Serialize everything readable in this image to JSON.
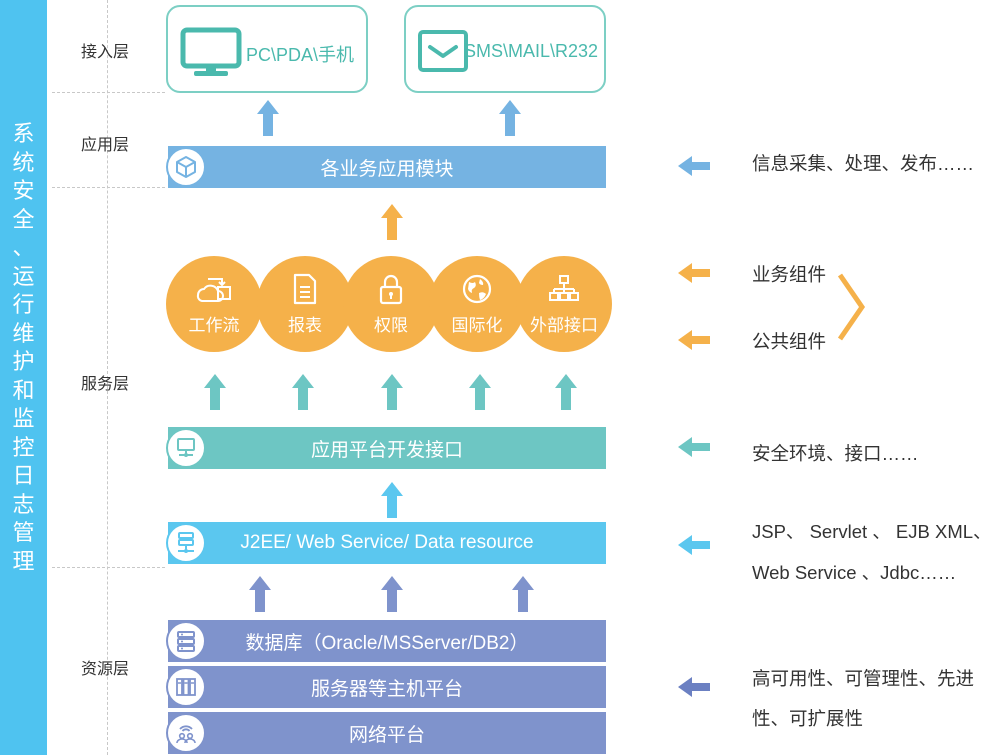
{
  "sidebar": {
    "title_chars": [
      "系",
      "统",
      "安",
      "全",
      "、",
      "运",
      "行",
      "维",
      "护",
      "和",
      "监",
      "控",
      "日",
      "志",
      "管",
      "理"
    ]
  },
  "layers": {
    "access": "接入层",
    "application": "应用层",
    "service": "服务层",
    "resource": "资源层"
  },
  "access": {
    "box1": {
      "label": "PC\\PDA\\手机",
      "icon": "monitor-icon"
    },
    "box2": {
      "label": "SMS\\MAIL\\R232",
      "icon": "mail-icon"
    }
  },
  "bars": {
    "app_modules": {
      "label": "各业务应用模块",
      "icon": "cube-icon"
    },
    "platform_api": {
      "label": "应用平台开发接口",
      "icon": "network-monitor-icon"
    },
    "j2ee": {
      "label": "J2EE/ Web Service/ Data resource",
      "icon": "server-network-icon"
    },
    "database": {
      "label": "数据库（Oracle/MSServer/DB2）",
      "icon": "database-icon"
    },
    "servers": {
      "label": "服务器等主机平台",
      "icon": "server-rack-icon"
    },
    "network": {
      "label": "网络平台",
      "icon": "network-people-icon"
    }
  },
  "services": [
    {
      "label": "工作流",
      "icon": "workflow-icon"
    },
    {
      "label": "报表",
      "icon": "report-icon"
    },
    {
      "label": "权限",
      "icon": "lock-icon"
    },
    {
      "label": "国际化",
      "icon": "globe-icon"
    },
    {
      "label": "外部接口",
      "icon": "interface-icon"
    }
  ],
  "right_notes": {
    "info": "信息采集、处理、发布……",
    "business_component": "业务组件",
    "public_component": "公共组件",
    "security": "安全环境、接口……",
    "jsp_line1": "JSP、 Servlet 、 EJB XML、",
    "jsp_line2": "Web Service 、Jdbc……",
    "ha_line1": "高可用性、可管理性、先进",
    "ha_line2": "性、可扩展性"
  },
  "colors": {
    "sidebar": "#4fc3f0",
    "teal": "#6dc6c3",
    "blue_bar": "#75b3e2",
    "light_blue_bar": "#5bc7ef",
    "resource_bar": "#7f93cc",
    "orange": "#f5b14a",
    "dark_blue_arrow": "#6b80c2"
  }
}
